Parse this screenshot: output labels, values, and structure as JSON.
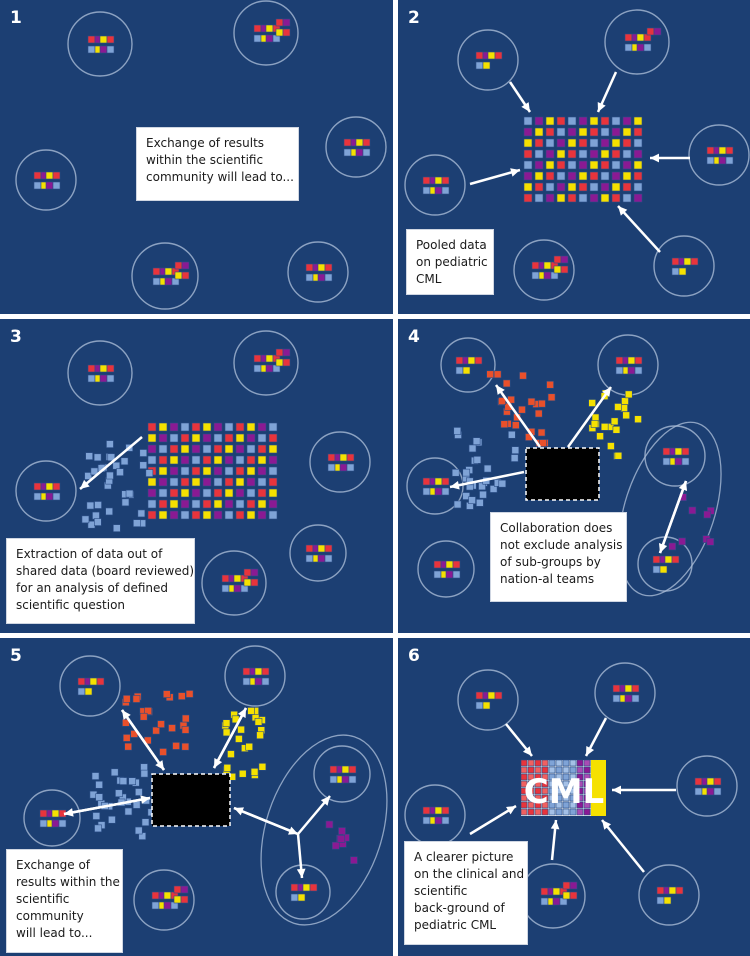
{
  "panels": [
    {
      "number": "1",
      "caption_lines": [
        "Exchange of results",
        "within the scientific",
        "community will lead to..."
      ]
    },
    {
      "number": "2",
      "caption_lines": [
        "Pooled data",
        "on pediatric",
        "CML"
      ]
    },
    {
      "number": "3",
      "caption_lines": [
        "Extraction of data out of",
        "shared data (board reviewed)",
        "for an analysis of defined",
        "scientific question"
      ]
    },
    {
      "number": "4",
      "caption_lines": [
        "Collaboration does",
        "not exclude analysis",
        "of sub-groups by",
        "nation-al teams"
      ]
    },
    {
      "number": "5",
      "caption_lines": [
        "Exchange of",
        "results within the",
        "scientific",
        "community",
        "will lead to..."
      ]
    },
    {
      "number": "6",
      "caption_lines": [
        "A clearer picture",
        "on the clinical and",
        "scientific",
        "back-ground of",
        "pediatric CML"
      ]
    }
  ],
  "central_logo_text": "CML",
  "colors": {
    "background": "#1c3f73",
    "circle_outline": "#a9bcd6",
    "arrow": "#ffffff",
    "square_yellow": "#f5e100",
    "square_red": "#e8343c",
    "square_purple": "#8a1a93",
    "square_blue": "#7fa3d6",
    "square_orange": "#e9502b",
    "data_box": "#000000"
  }
}
